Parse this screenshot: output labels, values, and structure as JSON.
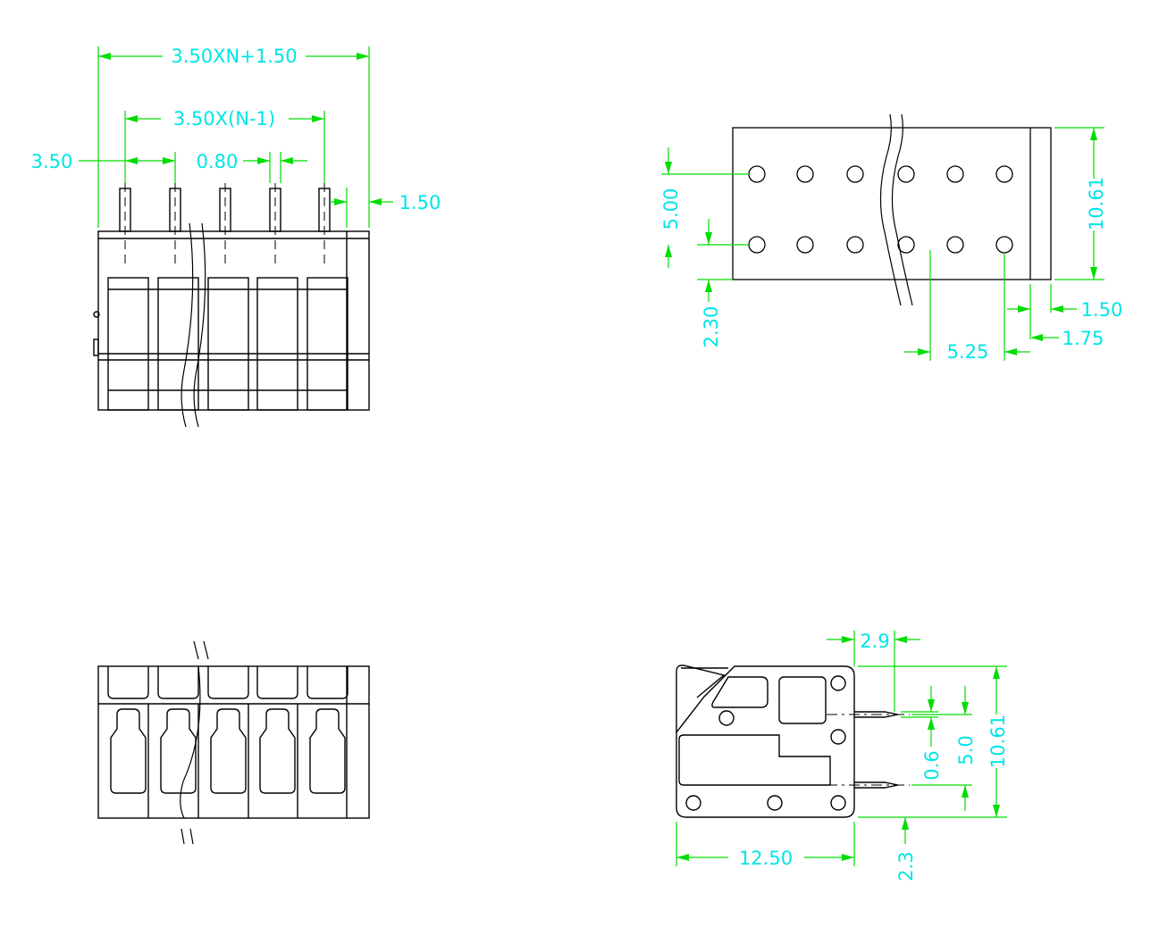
{
  "colors": {
    "outline": "#000000",
    "dimension_line": "#00dd00",
    "dimension_text": "#00e5e5",
    "background": "#ffffff"
  },
  "front_view": {
    "dim_overall_width": "3.50XN+1.50",
    "dim_pin_span": "3.50X(N-1)",
    "dim_pitch": "3.50",
    "dim_pin_width": "0.80",
    "dim_edge_offset": "1.50"
  },
  "pcb_layout": {
    "dim_row_spacing": "5.00",
    "dim_bottom_edge": "2.30",
    "dim_height": "10.61",
    "dim_right_edge": "1.50",
    "dim_pad_offset": "1.75",
    "dim_pad_to_edge": "5.25"
  },
  "side_view": {
    "dim_pin_length": "2.9",
    "dim_pin_thickness": "0.6",
    "dim_pin_spacing": "5.0",
    "dim_height": "10.61",
    "dim_depth": "12.50",
    "dim_standoff": "2.3"
  }
}
